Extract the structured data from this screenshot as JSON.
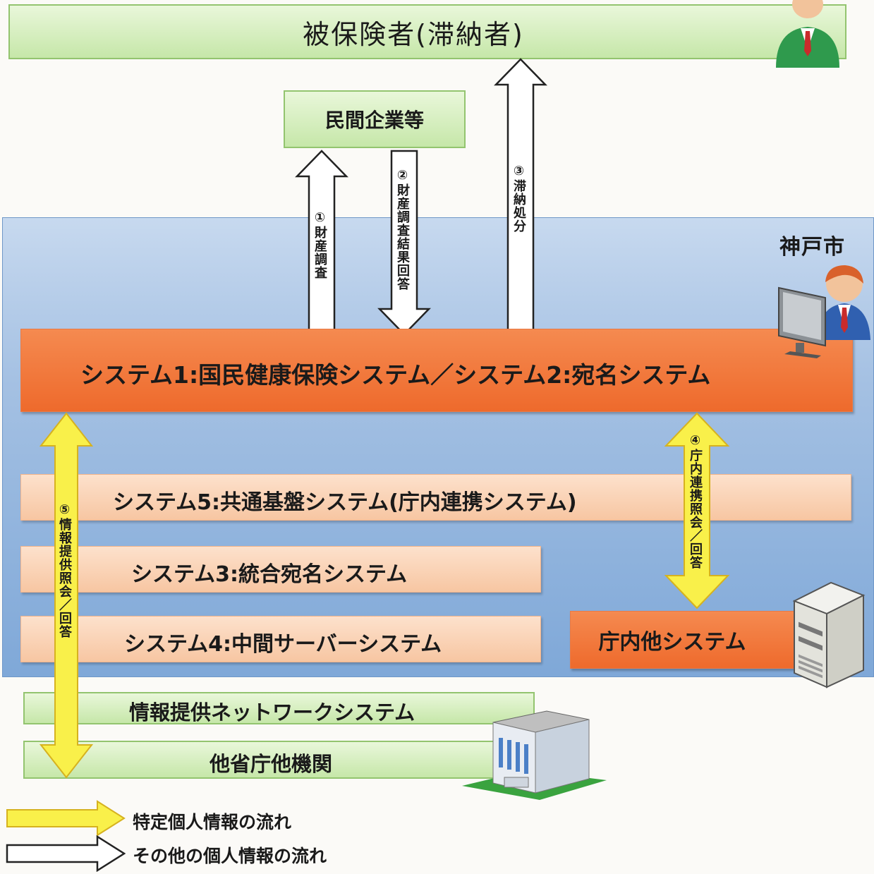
{
  "top_box": {
    "label": "被保険者(滞納者)"
  },
  "private_box": {
    "label": "民間企業等"
  },
  "city_label": "神戸市",
  "arrows": {
    "a1": "①財産調査",
    "a2": "②財産調査結果回答",
    "a3": "③滞納処分",
    "a4": "④庁内連携照会／回答",
    "a5": "⑤情報提供照会／回答"
  },
  "systems": {
    "s1_2": "システム1:国民健康保険システム／システム2:宛名システム",
    "s5": "システム5:共通基盤システム(庁内連携システム)",
    "s3": "システム3:統合宛名システム",
    "s4": "システム4:中間サーバーシステム",
    "other": "庁内他システム"
  },
  "external": {
    "network": "情報提供ネットワークシステム",
    "agencies": "他省庁他機関"
  },
  "legend": {
    "yellow": "特定個人情報の流れ",
    "white": "その他の個人情報の流れ"
  },
  "colors": {
    "city_region": "#7fa8d8",
    "orange": "#ee6a2c",
    "orange_light": "#f9cfb0",
    "green": "#d3edbc",
    "yellow_arrow": "#f9f04a"
  },
  "icons": [
    "person-icon",
    "computer-user-icon",
    "server-icon",
    "building-icon"
  ]
}
